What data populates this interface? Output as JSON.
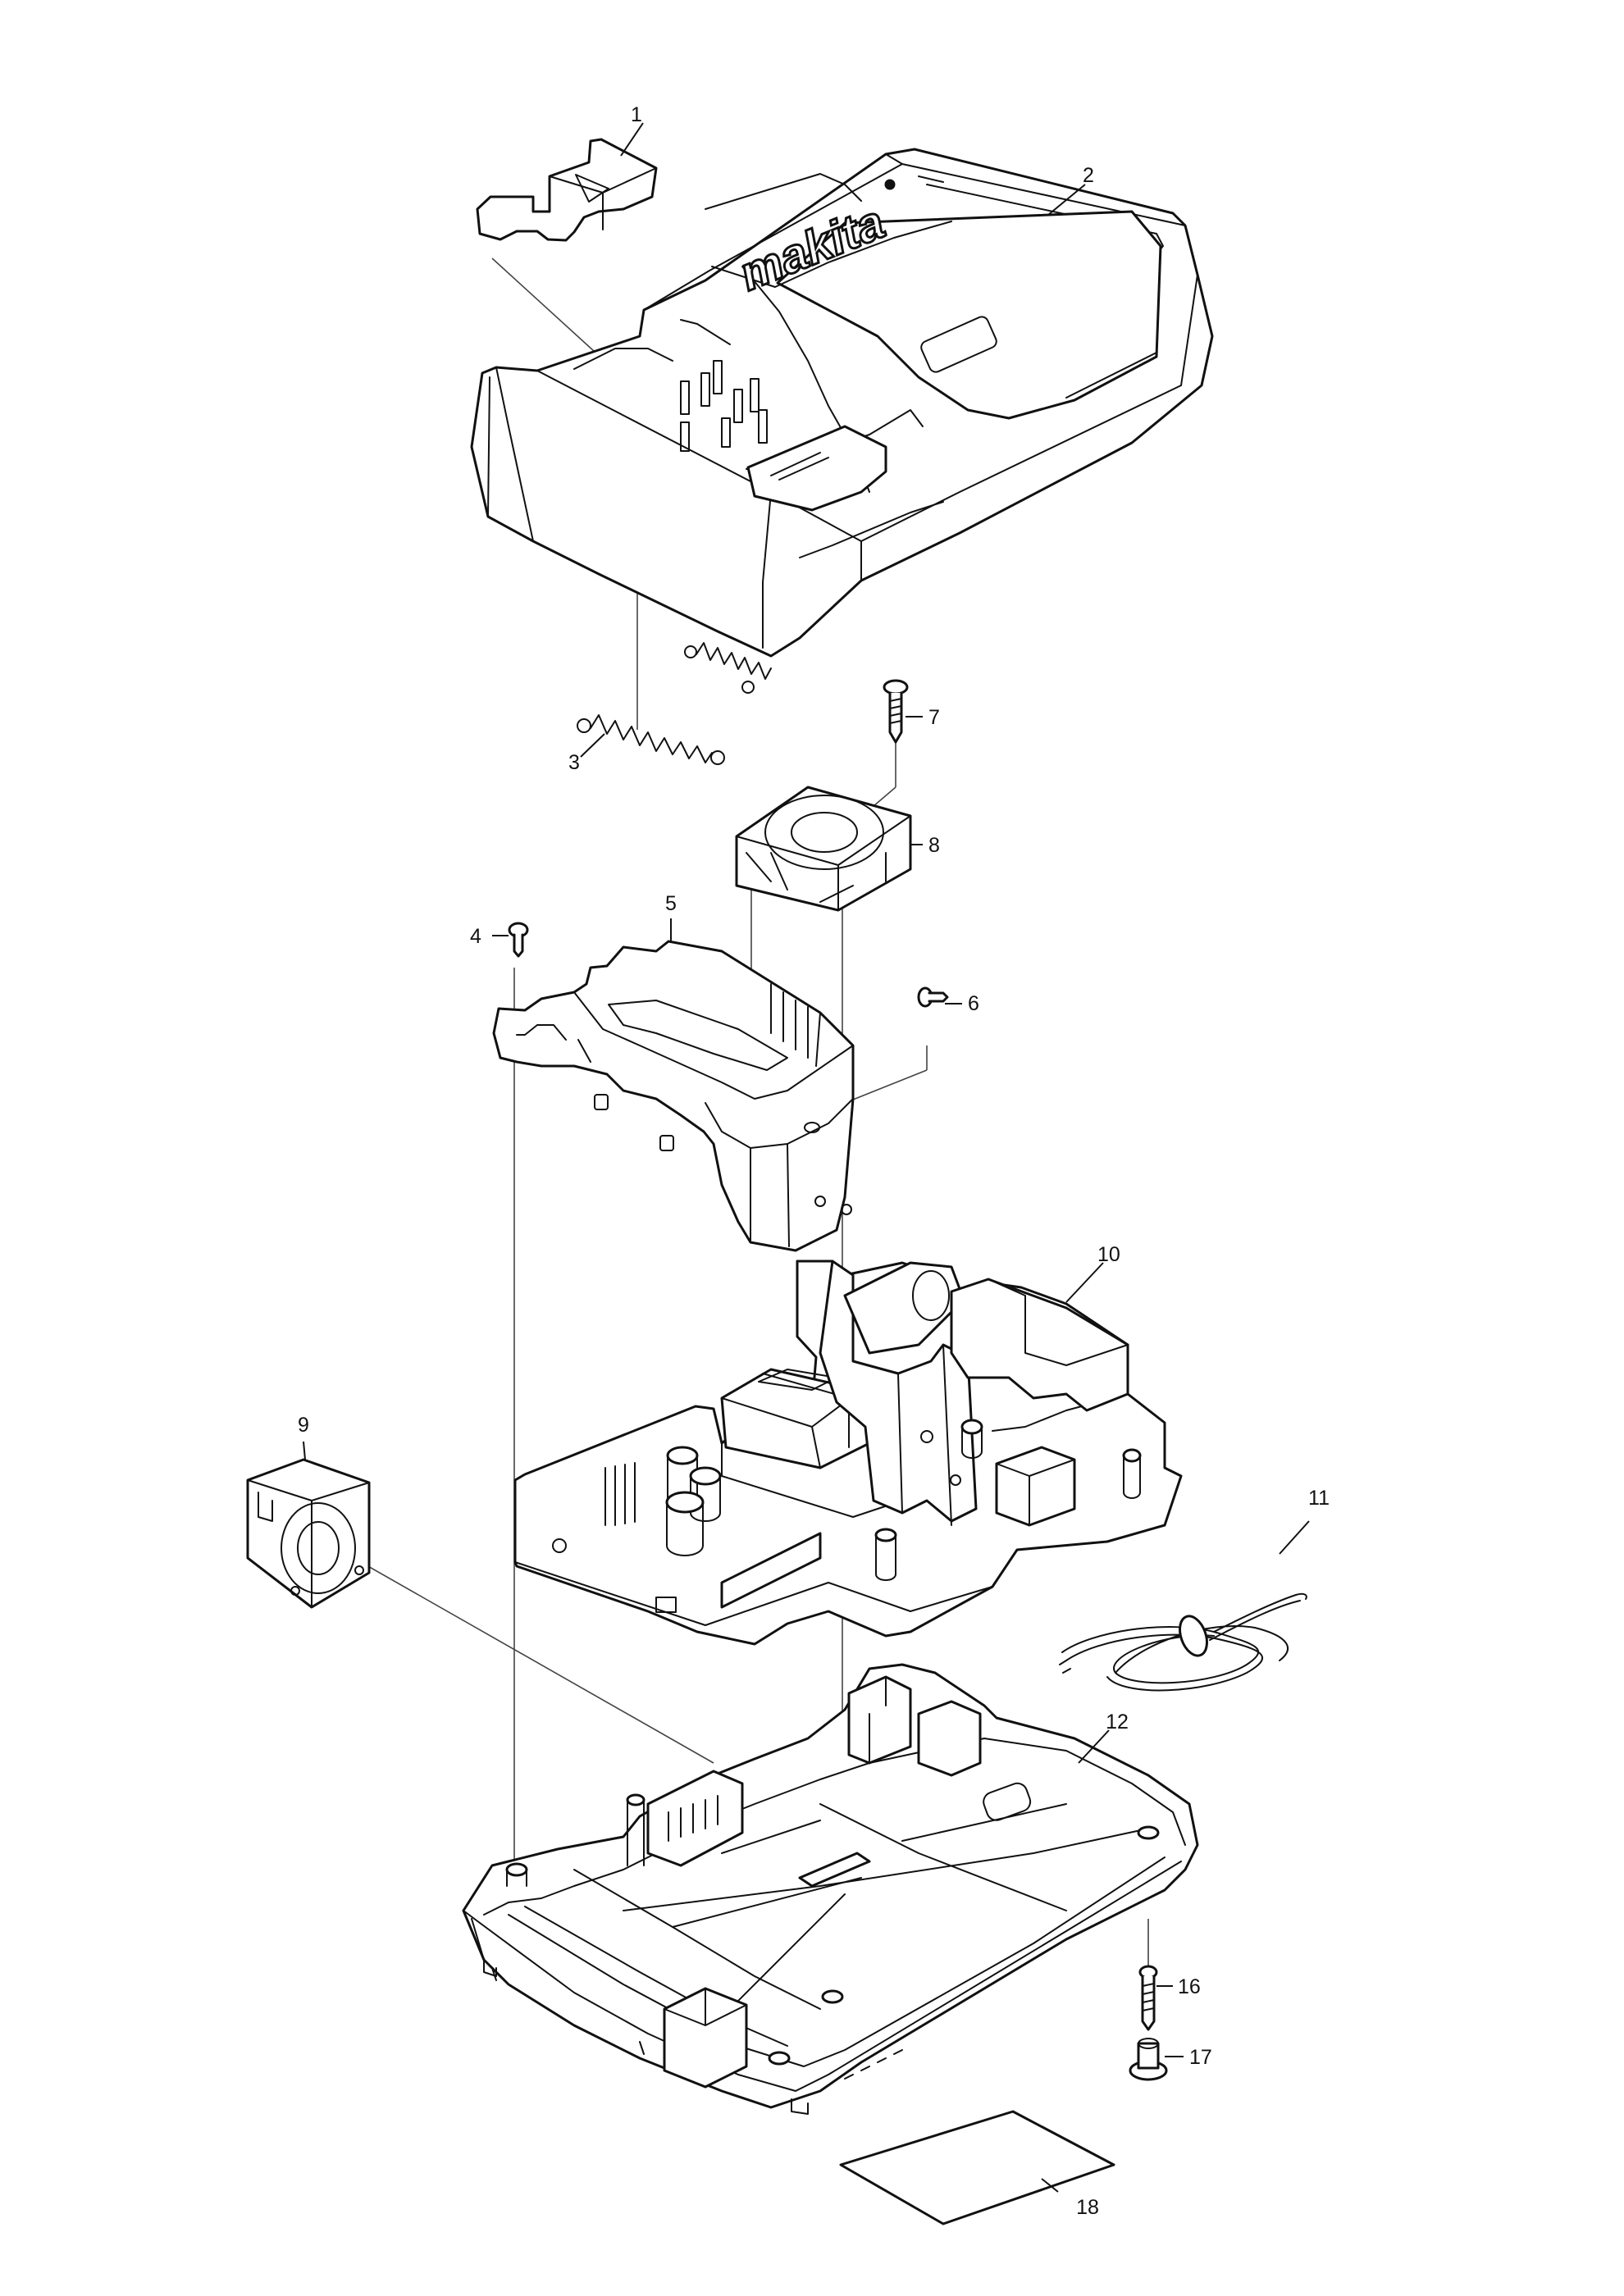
{
  "brand": "makita",
  "parts": [
    {
      "id": "p1",
      "number": "1"
    },
    {
      "id": "p2",
      "number": "2"
    },
    {
      "id": "p3",
      "number": "3"
    },
    {
      "id": "p4",
      "number": "4"
    },
    {
      "id": "p5",
      "number": "5"
    },
    {
      "id": "p6",
      "number": "6"
    },
    {
      "id": "p7",
      "number": "7"
    },
    {
      "id": "p8",
      "number": "8"
    },
    {
      "id": "p9",
      "number": "9"
    },
    {
      "id": "p10",
      "number": "10"
    },
    {
      "id": "p11",
      "number": "11"
    },
    {
      "id": "p12",
      "number": "12"
    },
    {
      "id": "p16",
      "number": "16"
    },
    {
      "id": "p17",
      "number": "17"
    },
    {
      "id": "p18",
      "number": "18"
    }
  ]
}
